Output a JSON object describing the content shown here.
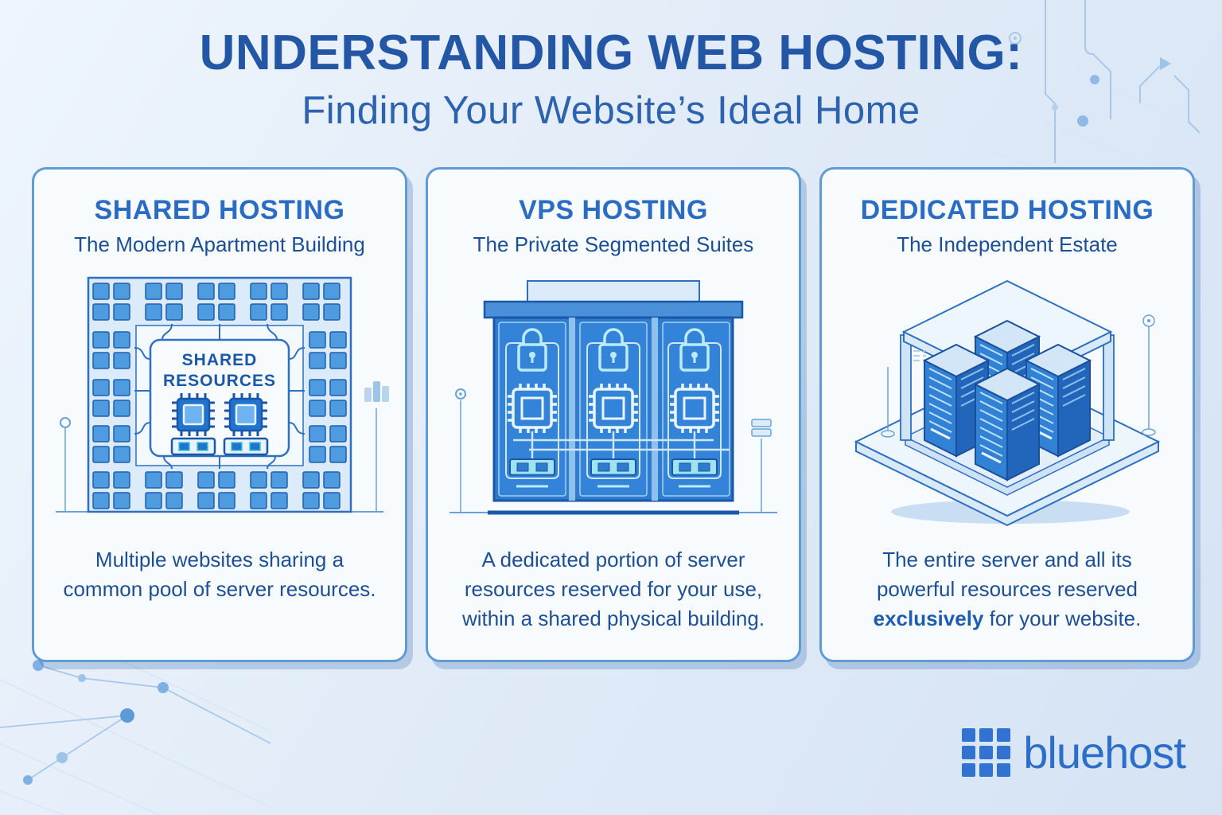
{
  "header": {
    "title": "UNDERSTANDING WEB HOSTING:",
    "subtitle": "Finding Your Website’s Ideal Home"
  },
  "cards": [
    {
      "id": "shared-hosting",
      "title": "SHARED HOSTING",
      "subtitle": "The Modern Apartment Building",
      "illustration": "apartment-building-with-shared-resource-core",
      "center_label_line1": "SHARED",
      "center_label_line2": "RESOURCES",
      "icons": [
        "cpu-chip-icon",
        "ram-module-icon",
        "bar-chart-icon"
      ],
      "description": "Multiple websites sharing a common pool of server resources."
    },
    {
      "id": "vps-hosting",
      "title": "VPS HOSTING",
      "subtitle": "The Private Segmented Suites",
      "illustration": "building-with-three-locked-suites",
      "icons": [
        "padlock-icon",
        "cpu-chip-icon",
        "ram-module-icon"
      ],
      "description": "A dedicated portion of server resources reserved for your use, within a shared physical building."
    },
    {
      "id": "dedicated-hosting",
      "title": "DEDICATED HOSTING",
      "subtitle": "The Independent Estate",
      "illustration": "isometric-estate-with-server-towers",
      "icons": [
        "server-tower-icon"
      ],
      "description_before": "The entire server and all its powerful resources reserved ",
      "description_bold": "exclusively",
      "description_after": " for your website."
    }
  ],
  "footer": {
    "brand": "bluehost"
  },
  "colors": {
    "background_top": "#eef5fc",
    "background_bottom": "#d5e3f4",
    "heading_blue": "#2456a6",
    "card_title_blue": "#2a6cc3",
    "card_text_blue": "#1d4f94",
    "card_border_blue": "#5f9cd6",
    "illustration_blue": "#2e7cd0",
    "illustration_dark_blue": "#1b57a8",
    "illustration_light_blue": "#cfe6f8",
    "lock_cyan": "#b9ecf6",
    "brand_blue": "#3273d1"
  }
}
